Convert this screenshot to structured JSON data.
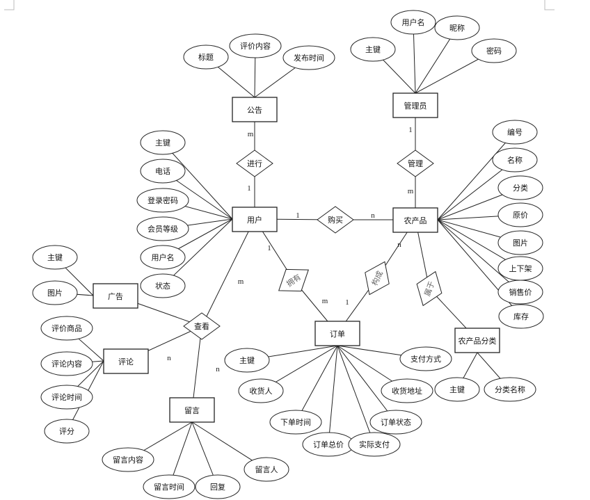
{
  "diagram": {
    "type": "er",
    "entities": [
      {
        "id": "announcement",
        "label": "公告"
      },
      {
        "id": "admin",
        "label": "管理员"
      },
      {
        "id": "user",
        "label": "用户"
      },
      {
        "id": "product",
        "label": "农产品"
      },
      {
        "id": "ad",
        "label": "广告"
      },
      {
        "id": "comment",
        "label": "评论"
      },
      {
        "id": "message",
        "label": "留言"
      },
      {
        "id": "order",
        "label": "订单"
      },
      {
        "id": "category",
        "label": "农产品分类"
      }
    ],
    "relationships": [
      {
        "id": "conduct",
        "label": "进行",
        "from": "announcement",
        "to": "user",
        "from_card": "m",
        "to_card": "1"
      },
      {
        "id": "manage",
        "label": "管理",
        "from": "admin",
        "to": "product",
        "from_card": "1",
        "to_card": "m"
      },
      {
        "id": "purchase",
        "label": "购买",
        "from": "user",
        "to": "product",
        "from_card": "1",
        "to_card": "n"
      },
      {
        "id": "own",
        "label": "拥有",
        "from": "user",
        "to": "order",
        "from_card": "1",
        "to_card": "m"
      },
      {
        "id": "compose",
        "label": "构成",
        "from": "product",
        "to": "order",
        "from_card": "n",
        "to_card": "1"
      },
      {
        "id": "belong",
        "label": "属于",
        "from": "product",
        "to": "category"
      },
      {
        "id": "view",
        "label": "查看",
        "from": "user",
        "to": "ad",
        "from_card": "m",
        "extra_cards": [
          "n",
          "n"
        ]
      }
    ],
    "attributes": {
      "announcement": [
        "标题",
        "评价内容",
        "发布时间"
      ],
      "admin": [
        "主键",
        "用户名",
        "昵称",
        "密码"
      ],
      "user": [
        "主键",
        "电话",
        "登录密码",
        "会员等级",
        "用户名",
        "状态"
      ],
      "ad": [
        "主键",
        "图片"
      ],
      "comment": [
        "评价商品",
        "评论内容",
        "评论时间",
        "评分"
      ],
      "message": [
        "留言内容",
        "留言时间",
        "回复",
        "留言人"
      ],
      "order": [
        "主键",
        "收货人",
        "下单时间",
        "订单总价",
        "实际支付",
        "订单状态",
        "收货地址",
        "支付方式"
      ],
      "product": [
        "编号",
        "名称",
        "分类",
        "原价",
        "图片",
        "上下架",
        "销售价",
        "库存"
      ],
      "category": [
        "主键",
        "分类名称"
      ]
    }
  }
}
